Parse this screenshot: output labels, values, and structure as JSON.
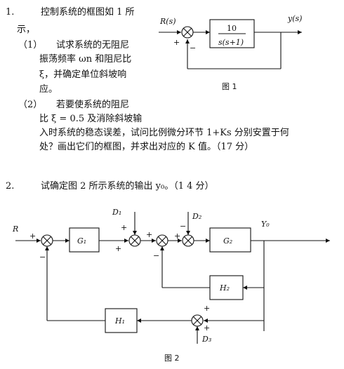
{
  "q1": {
    "number": "1.",
    "line1": "控制系统的框图如 1 所",
    "line2": "示，",
    "sub1_marker": "（1）",
    "sub1_line1": "试求系统的无阻尼",
    "sub1_line2": "振荡频率 ωn 和阻尼比",
    "sub1_line3": "ξ，并确定单位斜坡响",
    "sub1_line4": "应。",
    "sub2_marker": "（2）",
    "sub2_line1": "若要使系统的阻尼",
    "sub2_line2": "比 ξ = 0.5 及消除斜坡输",
    "line_full1": "入时系统的稳态误差，试问比例微分环节 1+Ks 分别安置于何",
    "line_full2": "处？画出它们的框图，并求出对应的 K 值。（17 分）"
  },
  "fig1": {
    "input": "R(s)",
    "output": "y(s)",
    "numerator": "10",
    "denominator": "s(s+1)",
    "plus": "+",
    "minus": "−",
    "caption": "图 1"
  },
  "q2": {
    "number": "2.",
    "text": "试确定图 2 所示系统的输出 y₀。（1 4 分）"
  },
  "fig2": {
    "input": "R",
    "output": "Y₀",
    "g1": "G₁",
    "g2": "G₂",
    "h1": "H₁",
    "h2": "H₂",
    "d1": "D₁",
    "d2": "D₂",
    "d3": "D₃",
    "plus": "+",
    "minus": "−",
    "caption": "图 2"
  }
}
